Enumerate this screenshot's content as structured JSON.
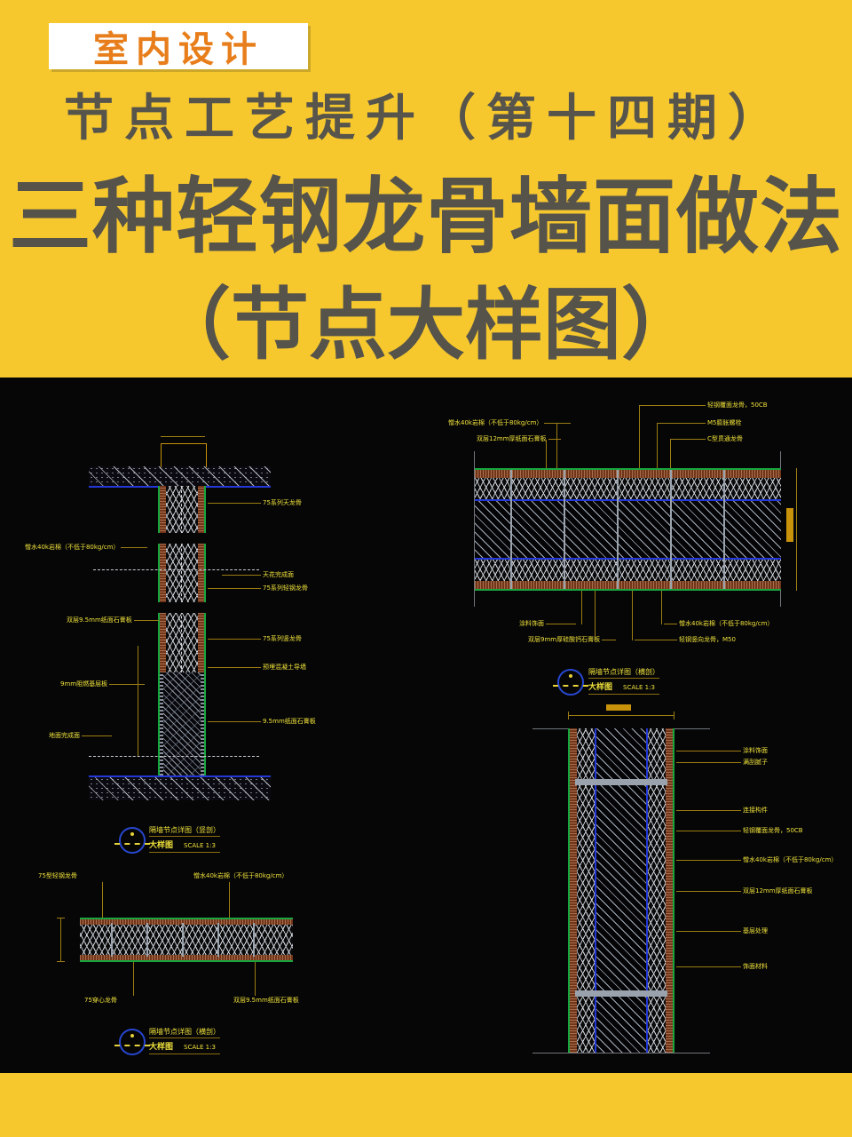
{
  "header": {
    "badge": "室内设计",
    "subtitle": "节点工艺提升（第十四期）",
    "title_line1": "三种轻钢龙骨墙面做法",
    "title_line2": "（节点大样图）",
    "colors": {
      "background_yellow": "#f6c82e",
      "badge_background": "#ffffff",
      "badge_text_orange": "#e87e1b",
      "title_gray": "#56534b"
    }
  },
  "cad": {
    "colors": {
      "canvas_black": "#060606",
      "label_yellow": "#efe13b",
      "leader_dark_yellow": "#9c7d12",
      "edge_green": "#17a63e",
      "line_blue": "#2438d8",
      "gypsum_brown": "#73351a",
      "callout_blue": "#2747d0",
      "dim_orange": "#c8920a"
    },
    "common": {
      "big": "大样图",
      "scale": "SCALE 1:3"
    },
    "A": {
      "title": "隔墙节点详图（竖剖）",
      "labels_left": [
        "憎水40k岩棉（不低于80kg/cm）",
        "双层9.5mm纸面石膏板",
        "9mm阻燃基层板",
        "地面完成面"
      ],
      "labels_right": [
        "75系列天龙骨",
        "天花完成面",
        "75系列轻钢龙骨",
        "75系列竖龙骨",
        "预埋混凝土导墙",
        "9.5mm纸面石膏板"
      ]
    },
    "B": {
      "title": "隔墙节点详图（横剖）",
      "labels_top_left": [
        "憎水40k岩棉（不低于80kg/cm）",
        "双层12mm厚纸面石膏板"
      ],
      "labels_top_right": [
        "轻钢覆面龙骨，50CB",
        "M5膨胀螺栓",
        "C型贯通龙骨"
      ],
      "labels_bottom_left": [
        "涂料饰面",
        "双层9mm厚硅酸钙石膏板"
      ],
      "labels_bottom_right": [
        "憎水40k岩棉（不低于80kg/cm）",
        "轻钢竖向龙骨，M50"
      ]
    },
    "C": {
      "title": "隔墙节点详图（横剖）",
      "labels_top": [
        "75型轻钢龙骨",
        "憎水40k岩棉（不低于80kg/cm）"
      ],
      "labels_bottom": [
        "75穿心龙骨",
        "双层9.5mm纸面石膏板"
      ]
    },
    "D": {
      "labels_right": [
        "涂料饰面",
        "满刮腻子",
        "连接构件",
        "轻钢覆面龙骨，50CB",
        "憎水40k岩棉（不低于80kg/cm）",
        "双层12mm厚纸面石膏板",
        "基层处理",
        "饰面材料"
      ]
    }
  }
}
